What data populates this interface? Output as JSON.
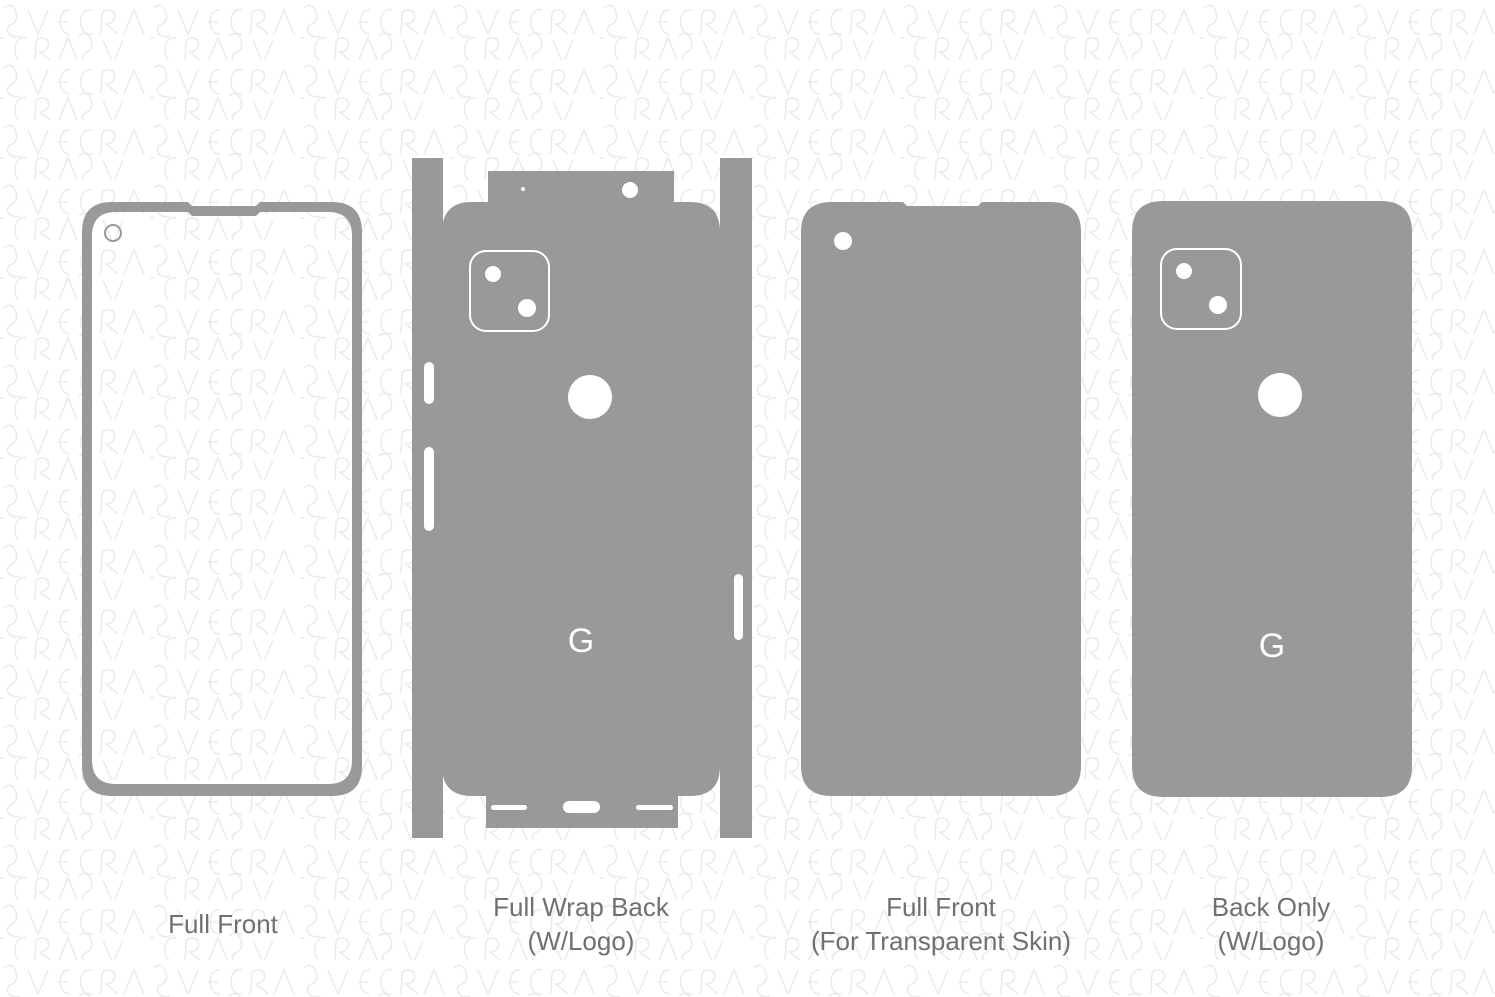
{
  "watermark": {
    "text": "SVECRAS",
    "color": "#e8e8e8"
  },
  "colors": {
    "skin_fill": "#999999",
    "cutout": "#ffffff",
    "label_text": "#707070",
    "background": "#ffffff"
  },
  "templates": [
    {
      "id": "full-front",
      "label_line1": "Full Front",
      "label_line2": ""
    },
    {
      "id": "full-wrap-back",
      "label_line1": "Full Wrap Back",
      "label_line2": "(W/Logo)",
      "logo": "G"
    },
    {
      "id": "full-front-transparent",
      "label_line1": "Full Front",
      "label_line2": "(For Transparent Skin)"
    },
    {
      "id": "back-only",
      "label_line1": "Back Only",
      "label_line2": "(W/Logo)",
      "logo": "G"
    }
  ]
}
